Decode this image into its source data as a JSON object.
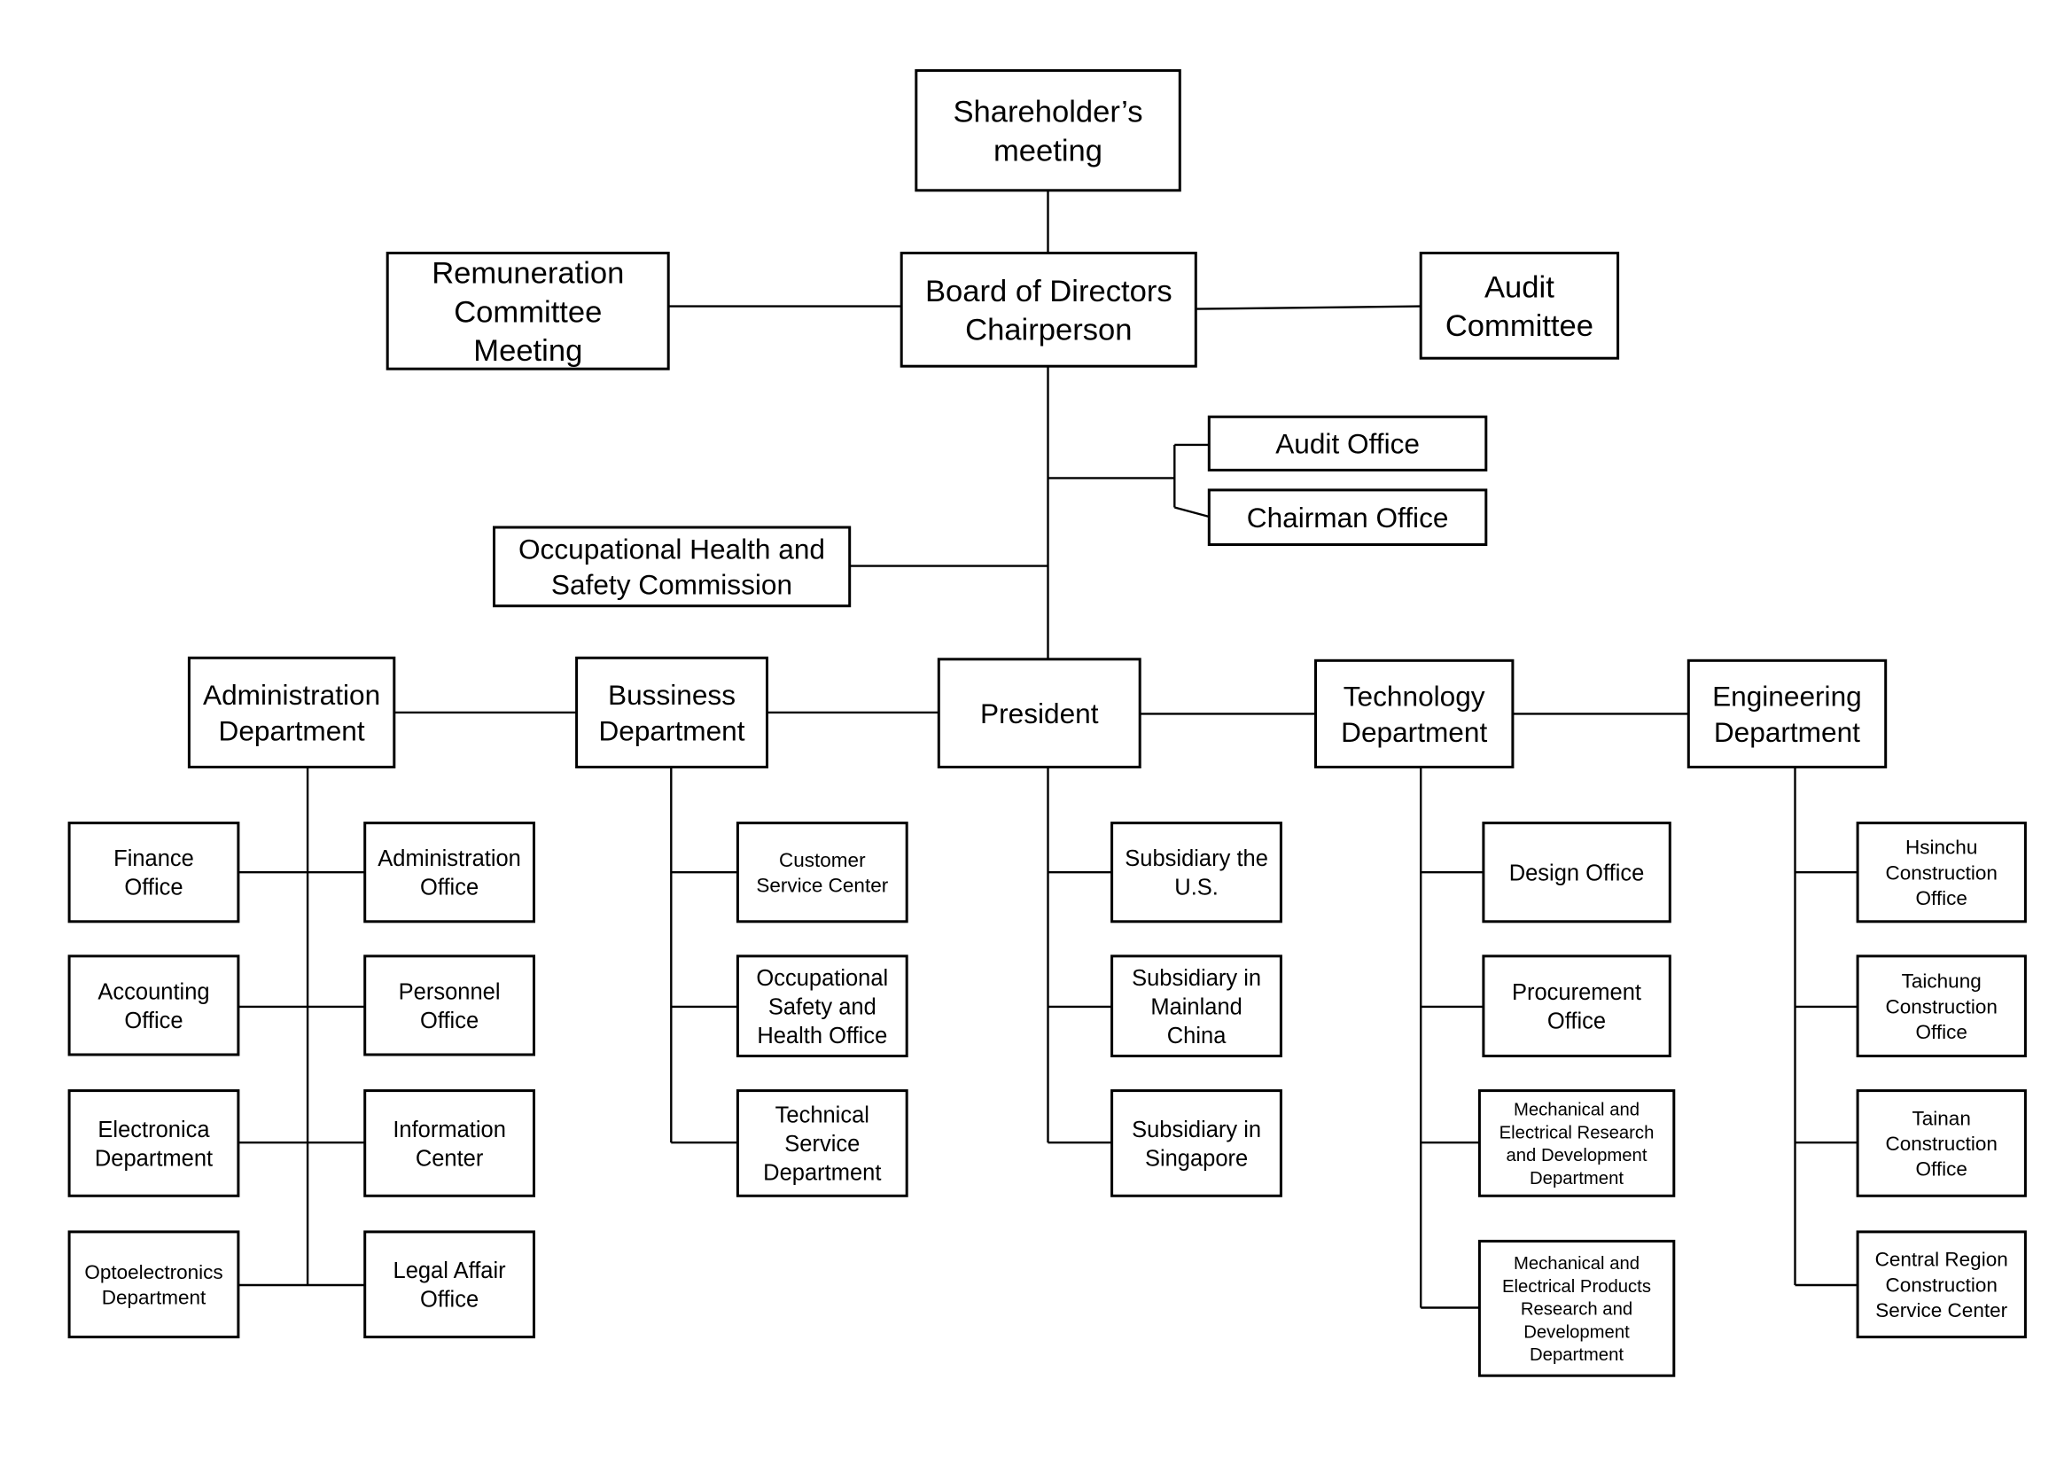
{
  "nodes": [
    {
      "id": "shareholders",
      "lines": [
        "Shareholder’s",
        "meeting"
      ]
    },
    {
      "id": "board",
      "lines": [
        "Board of Directors",
        "Chairperson"
      ]
    },
    {
      "id": "remuneration",
      "lines": [
        "Remuneration",
        "Committee",
        "Meeting"
      ]
    },
    {
      "id": "audit-committee",
      "lines": [
        "Audit",
        "Committee"
      ]
    },
    {
      "id": "audit-office",
      "lines": [
        "Audit Office"
      ]
    },
    {
      "id": "chairman-office",
      "lines": [
        "Chairman Office"
      ]
    },
    {
      "id": "ohs-commission",
      "lines": [
        "Occupational Health and",
        "Safety Commission"
      ]
    },
    {
      "id": "president",
      "lines": [
        "President"
      ]
    },
    {
      "id": "administration-dept",
      "lines": [
        "Administration",
        "Department"
      ]
    },
    {
      "id": "bussiness-dept",
      "lines": [
        "Bussiness",
        "Department"
      ]
    },
    {
      "id": "technology-dept",
      "lines": [
        "Technology",
        "Department"
      ]
    },
    {
      "id": "engineering-dept",
      "lines": [
        "Engineering",
        "Department"
      ]
    },
    {
      "id": "finance-office",
      "lines": [
        "Finance",
        "Office"
      ]
    },
    {
      "id": "administration-office",
      "lines": [
        "Administration",
        "Office"
      ]
    },
    {
      "id": "accounting-office",
      "lines": [
        "Accounting",
        "Office"
      ]
    },
    {
      "id": "personnel-office",
      "lines": [
        "Personnel",
        "Office"
      ]
    },
    {
      "id": "electronica-dept",
      "lines": [
        "Electronica",
        "Department"
      ]
    },
    {
      "id": "information-center",
      "lines": [
        "Information",
        "Center"
      ]
    },
    {
      "id": "optoelectronics-dept",
      "lines": [
        "Optoelectronics",
        "Department"
      ]
    },
    {
      "id": "legal-affair-office",
      "lines": [
        "Legal Affair",
        "Office"
      ]
    },
    {
      "id": "customer-service",
      "lines": [
        "Customer",
        "Service Center"
      ]
    },
    {
      "id": "occupational-safety-office",
      "lines": [
        "Occupational",
        "Safety and",
        "Health Office"
      ]
    },
    {
      "id": "technical-service",
      "lines": [
        "Technical",
        "Service",
        "Department"
      ]
    },
    {
      "id": "subsidiary-us",
      "lines": [
        "Subsidiary the",
        "U.S."
      ]
    },
    {
      "id": "subsidiary-china",
      "lines": [
        "Subsidiary in",
        "Mainland",
        "China"
      ]
    },
    {
      "id": "subsidiary-singapore",
      "lines": [
        "Subsidiary in",
        "Singapore"
      ]
    },
    {
      "id": "design-office",
      "lines": [
        "Design Office"
      ]
    },
    {
      "id": "procurement-office",
      "lines": [
        "Procurement",
        "Office"
      ]
    },
    {
      "id": "me-research",
      "lines": [
        "Mechanical and",
        "Electrical Research",
        "and Development",
        "Department"
      ]
    },
    {
      "id": "me-products",
      "lines": [
        "Mechanical and",
        "Electrical Products",
        "Research and",
        "Development",
        "Department"
      ]
    },
    {
      "id": "hsinchu",
      "lines": [
        "Hsinchu",
        "Construction",
        "Office"
      ]
    },
    {
      "id": "taichung",
      "lines": [
        "Taichung",
        "Construction",
        "Office"
      ]
    },
    {
      "id": "tainan",
      "lines": [
        "Tainan",
        "Construction",
        "Office"
      ]
    },
    {
      "id": "central-region",
      "lines": [
        "Central Region",
        "Construction",
        "Service Center"
      ]
    }
  ]
}
